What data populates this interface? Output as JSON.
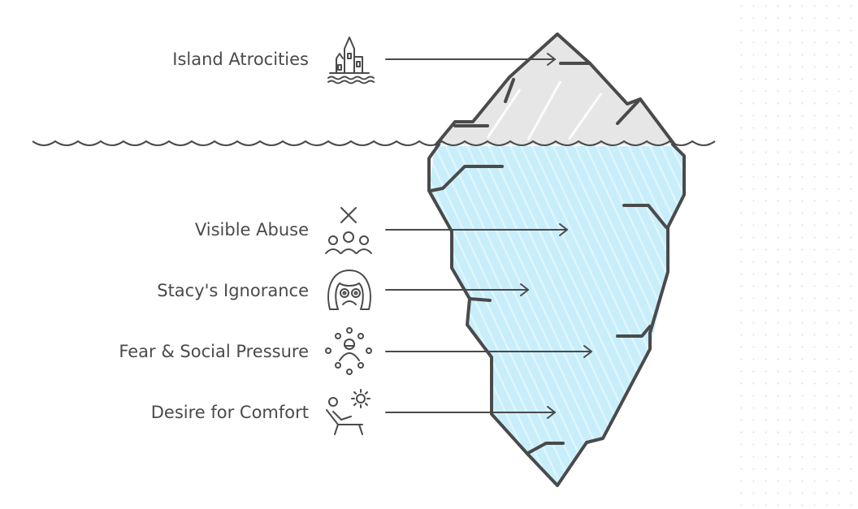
{
  "items": [
    {
      "label": "Island Atrocities",
      "icon": "island-castle-icon"
    },
    {
      "label": "Visible Abuse",
      "icon": "group-cross-icon"
    },
    {
      "label": "Stacy's Ignorance",
      "icon": "face-icon"
    },
    {
      "label": "Fear & Social Pressure",
      "icon": "person-circle-icon"
    },
    {
      "label": "Desire for Comfort",
      "icon": "lounge-chair-sun-icon"
    }
  ],
  "colors": {
    "ink": "#4a4a4a",
    "ice_above": "#e6e6e6",
    "ice_below": "#c9eefb"
  }
}
